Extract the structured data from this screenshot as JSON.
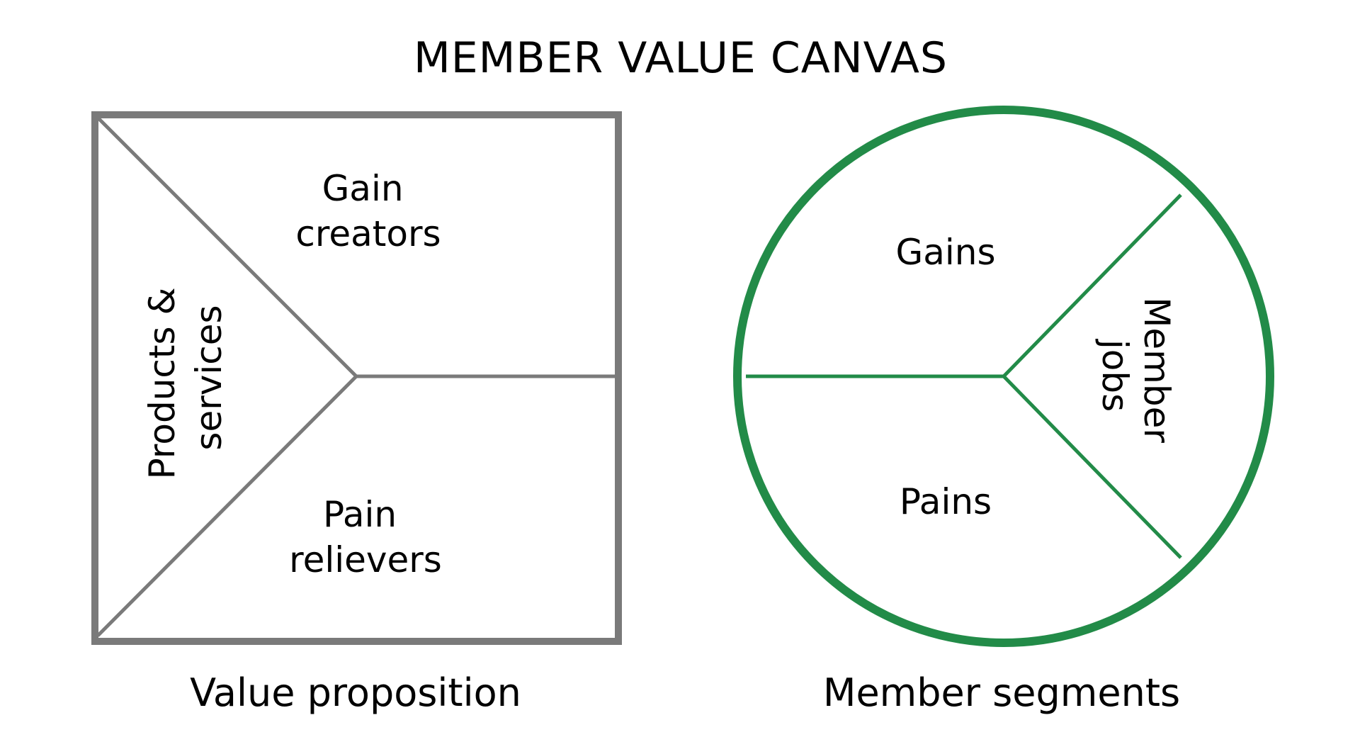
{
  "title": "MEMBER VALUE CANVAS",
  "colors": {
    "square_stroke": "#7a7a7a",
    "circle_stroke": "#228b48",
    "text": "#111111",
    "background": "#ffffff"
  },
  "value_proposition": {
    "caption": "Value proposition",
    "shape": "square",
    "sections": {
      "gain_creators": [
        "Gain",
        "creators"
      ],
      "pain_relievers": [
        "Pain",
        "relievers"
      ],
      "products_services": [
        "Products &",
        "services"
      ]
    }
  },
  "member_segments": {
    "caption": "Member segments",
    "shape": "circle",
    "sections": {
      "gains": "Gains",
      "pains": "Pains",
      "member_jobs": [
        "Member",
        "jobs"
      ]
    }
  }
}
